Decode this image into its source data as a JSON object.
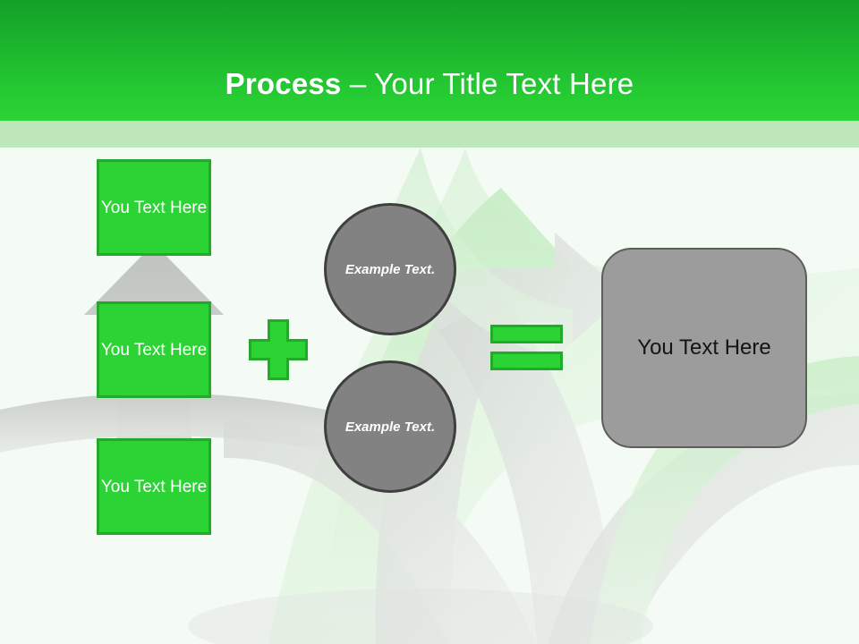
{
  "slide": {
    "header": {
      "title_strong": "Process",
      "title_rest": " – Your Title Text Here",
      "band_color": "#2bd334",
      "accent_color": "#bee8bc"
    },
    "background_color": "#f4faf4",
    "accent_green": "#2bd334",
    "accent_green_border": "#22ab2b",
    "gray_fill": "#828282",
    "gray_panel_fill": "#9c9c9c"
  },
  "inputs": {
    "boxes": [
      {
        "label": "You Text Here"
      },
      {
        "label": "You Text Here"
      },
      {
        "label": "You Text Here"
      }
    ]
  },
  "operators": {
    "plus": "+",
    "equals": "="
  },
  "circles": [
    {
      "label": "Example Text."
    },
    {
      "label": "Example Text."
    }
  ],
  "result": {
    "label": "You Text Here"
  }
}
